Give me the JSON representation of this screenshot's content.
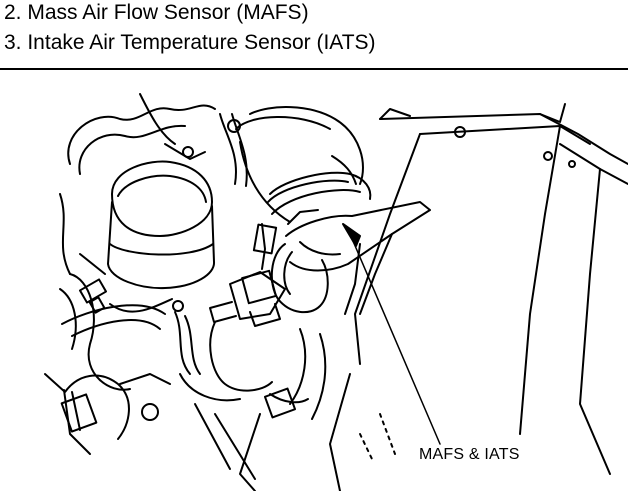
{
  "header": {
    "items": [
      "2.  Mass Air Flow Sensor (MAFS)",
      "3.  Intake Air Temperature Sensor (IATS)"
    ]
  },
  "figure": {
    "callout_label": "MAFS & IATS",
    "line_color": "#000000",
    "background": "#ffffff"
  }
}
